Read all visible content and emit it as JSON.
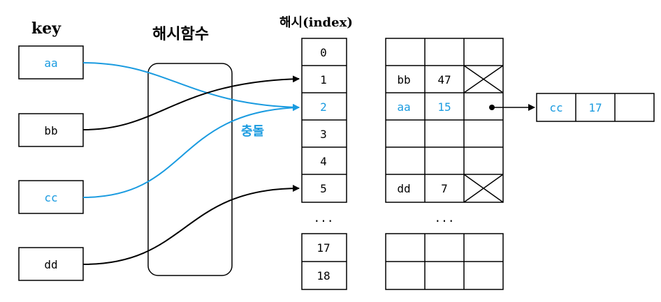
{
  "colors": {
    "accent": "#1a9be0",
    "ink": "#000000"
  },
  "labels": {
    "key_heading": "key",
    "hash_function": "해시함수",
    "hash_index_heading": "해시(index)",
    "collision": "충돌",
    "ellipsis": "..."
  },
  "keys": [
    {
      "text": "aa",
      "color": "#1a9be0"
    },
    {
      "text": "bb",
      "color": "#000000"
    },
    {
      "text": "cc",
      "color": "#1a9be0"
    },
    {
      "text": "dd",
      "color": "#000000"
    }
  ],
  "index_top": [
    "0",
    "1",
    "2",
    "3",
    "4",
    "5"
  ],
  "index_bottom": [
    "17",
    "18"
  ],
  "bucket_rows_top": [
    {
      "key": "",
      "value": "",
      "next": "empty"
    },
    {
      "key": "bb",
      "value": "47",
      "next": "null",
      "color": "#000000"
    },
    {
      "key": "aa",
      "value": "15",
      "next": "pointer",
      "color": "#1a9be0"
    },
    {
      "key": "",
      "value": "",
      "next": "empty"
    },
    {
      "key": "",
      "value": "",
      "next": "empty"
    },
    {
      "key": "dd",
      "value": "7",
      "next": "null",
      "color": "#000000"
    }
  ],
  "bucket_rows_bottom": [
    {
      "key": "",
      "value": "",
      "next": "empty"
    },
    {
      "key": "",
      "value": "",
      "next": "empty"
    }
  ],
  "chained_node": {
    "key": "cc",
    "value": "17",
    "color": "#1a9be0"
  }
}
